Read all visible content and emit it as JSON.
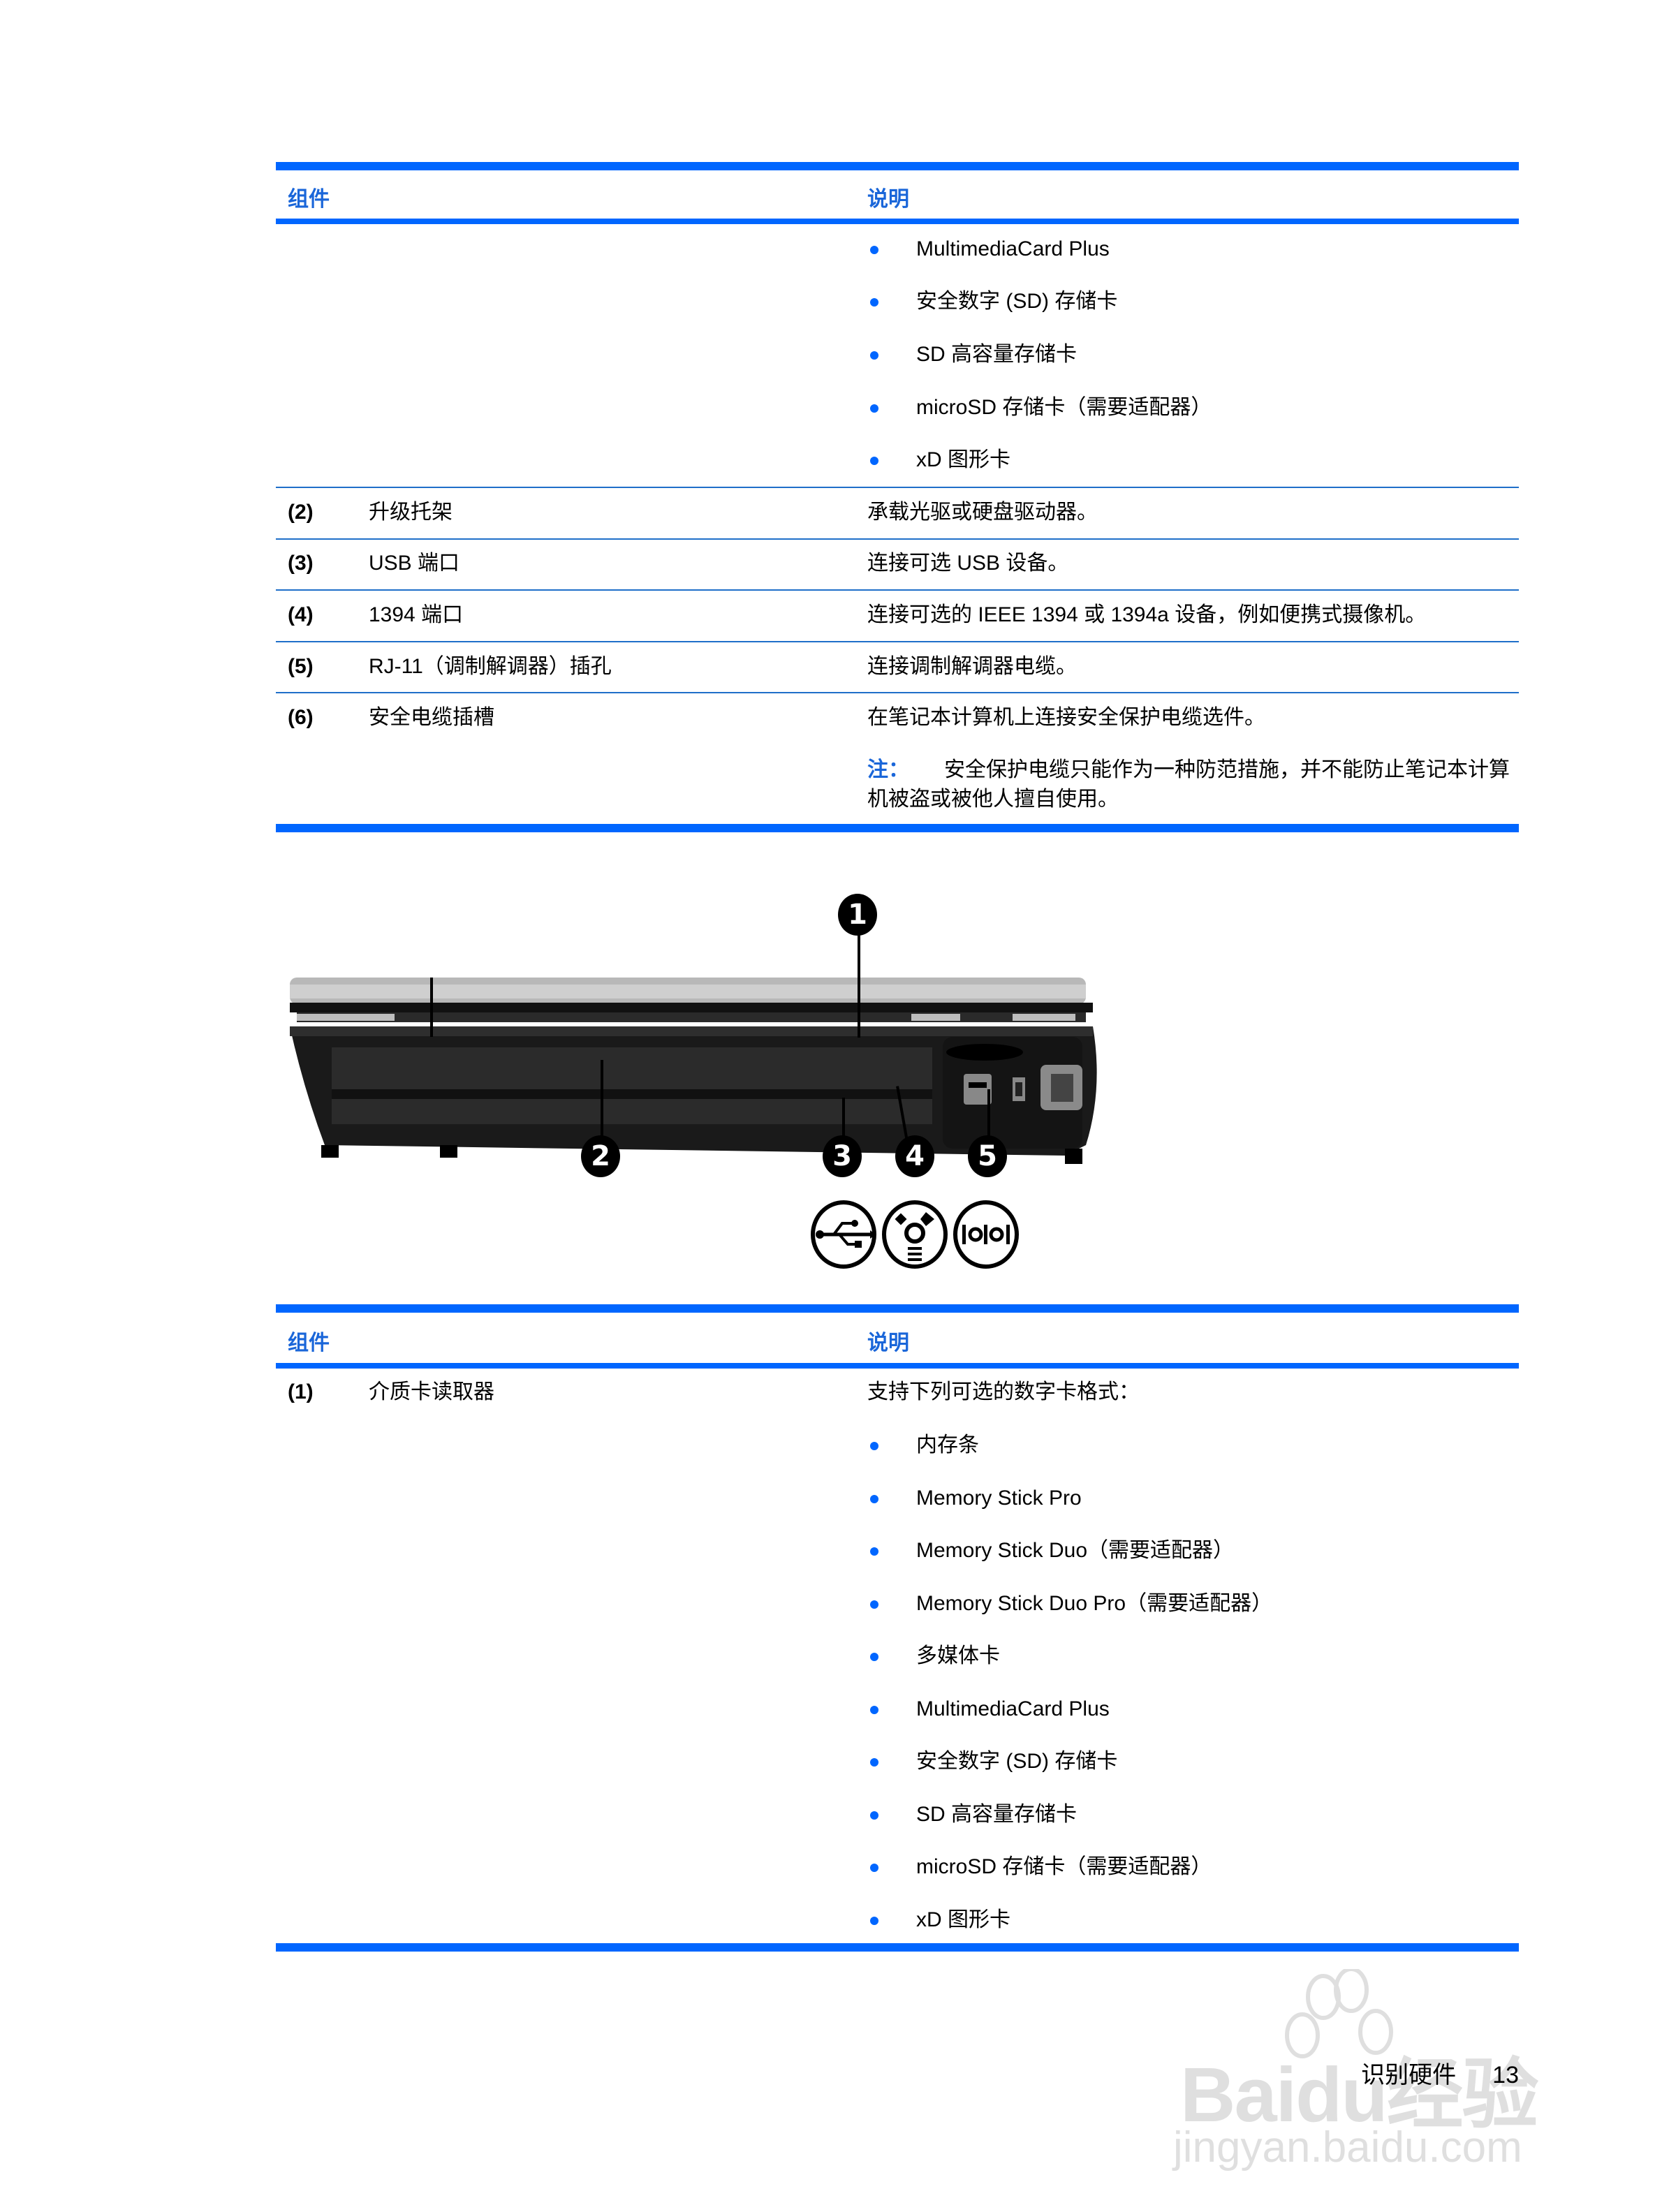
{
  "table1": {
    "header": {
      "component": "组件",
      "description": "说明"
    },
    "continued_bullets": [
      "MultimediaCard Plus",
      "安全数字 (SD) 存储卡",
      "SD 高容量存储卡",
      "microSD 存储卡（需要适配器）",
      "xD 图形卡"
    ],
    "rows": [
      {
        "num": "(2)",
        "component": "升级托架",
        "description": "承载光驱或硬盘驱动器。"
      },
      {
        "num": "(3)",
        "component": "USB 端口",
        "description": "连接可选 USB 设备。"
      },
      {
        "num": "(4)",
        "component": "1394 端口",
        "description": "连接可选的 IEEE 1394 或 1394a 设备，例如便携式摄像机。"
      },
      {
        "num": "(5)",
        "component": "RJ-11（调制解调器）插孔",
        "description": "连接调制解调器电缆。"
      },
      {
        "num": "(6)",
        "component": "安全电缆插槽",
        "description": "在笔记本计算机上连接安全保护电缆选件。"
      }
    ],
    "note": {
      "label": "注：",
      "text": "安全保护电缆只能作为一种防范措施，并不能防止笔记本计算机被盗或被他人擅自使用。"
    }
  },
  "figure": {
    "callouts": [
      "1",
      "2",
      "3",
      "4",
      "5"
    ],
    "port_icons": [
      "usb-icon",
      "firewire-1394-icon",
      "vga-monitor-icon"
    ]
  },
  "table2": {
    "header": {
      "component": "组件",
      "description": "说明"
    },
    "row": {
      "num": "(1)",
      "component": "介质卡读取器",
      "description": "支持下列可选的数字卡格式：",
      "bullets": [
        "内存条",
        "Memory Stick Pro",
        "Memory Stick Duo（需要适配器）",
        "Memory Stick Duo Pro（需要适配器）",
        "多媒体卡",
        "MultimediaCard Plus",
        "安全数字 (SD) 存储卡",
        "SD 高容量存储卡",
        "microSD 存储卡（需要适配器）",
        "xD 图形卡"
      ]
    }
  },
  "footer": {
    "section": "识别硬件",
    "page": "13"
  },
  "watermark": {
    "brand": "Baidu经验",
    "url": "jingyan.baidu.com"
  },
  "colors": {
    "accent": "#0066ff",
    "header_text": "#1a66d9",
    "rule": "#1f6fc9"
  }
}
